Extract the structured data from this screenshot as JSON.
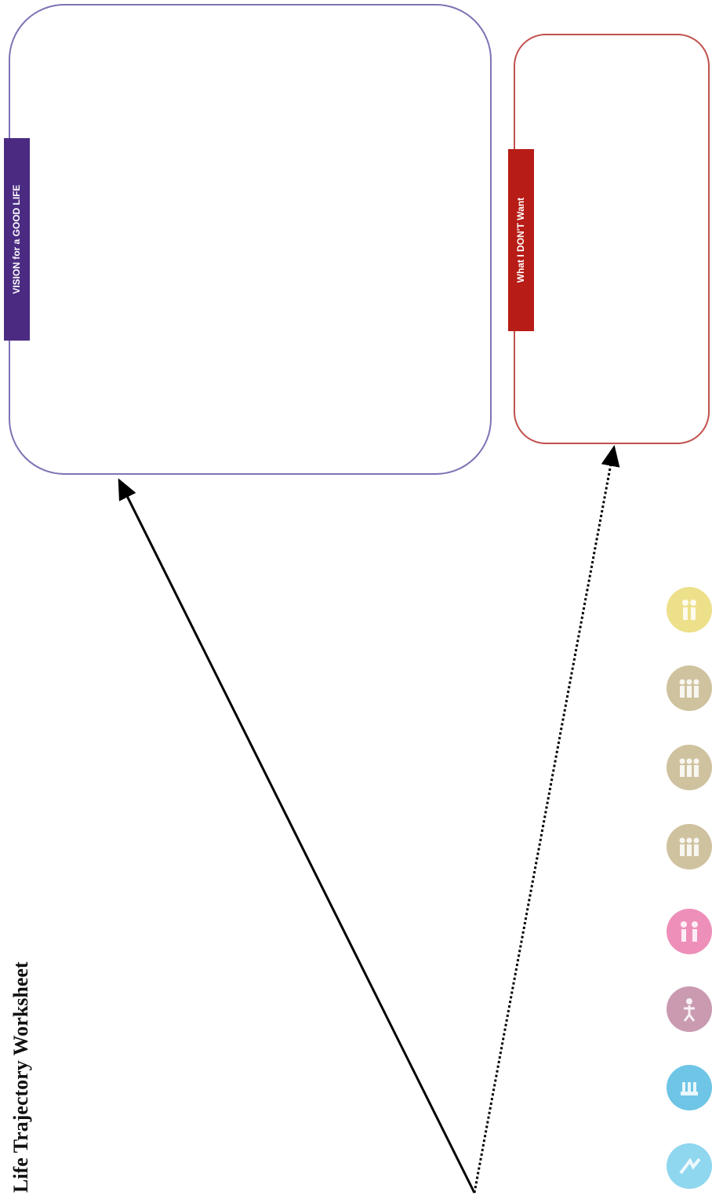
{
  "title": "Life Trajectory Worksheet",
  "vision_box": {
    "label": "VISION for a GOOD LIFE",
    "border_color": "#7c74b4",
    "tab_color": "#4b2b82"
  },
  "dont_want_box": {
    "label": "What I DON'T Want",
    "border_color": "#c0504d",
    "tab_color": "#b81c16"
  },
  "arrows": {
    "solid_color": "#000000",
    "dotted_color": "#000000"
  },
  "life_domain_icons": [
    {
      "name": "circle-icon-1",
      "color": "#8fd6ef"
    },
    {
      "name": "circle-icon-2",
      "color": "#6ec5e6"
    },
    {
      "name": "circle-icon-3",
      "color": "#c99ab0"
    },
    {
      "name": "circle-icon-4",
      "color": "#ee8fb9"
    },
    {
      "name": "circle-icon-5",
      "color": "#cfc29f"
    },
    {
      "name": "circle-icon-6",
      "color": "#cfc29f"
    },
    {
      "name": "circle-icon-7",
      "color": "#cfc29f"
    },
    {
      "name": "circle-icon-8",
      "color": "#ede08a"
    }
  ]
}
